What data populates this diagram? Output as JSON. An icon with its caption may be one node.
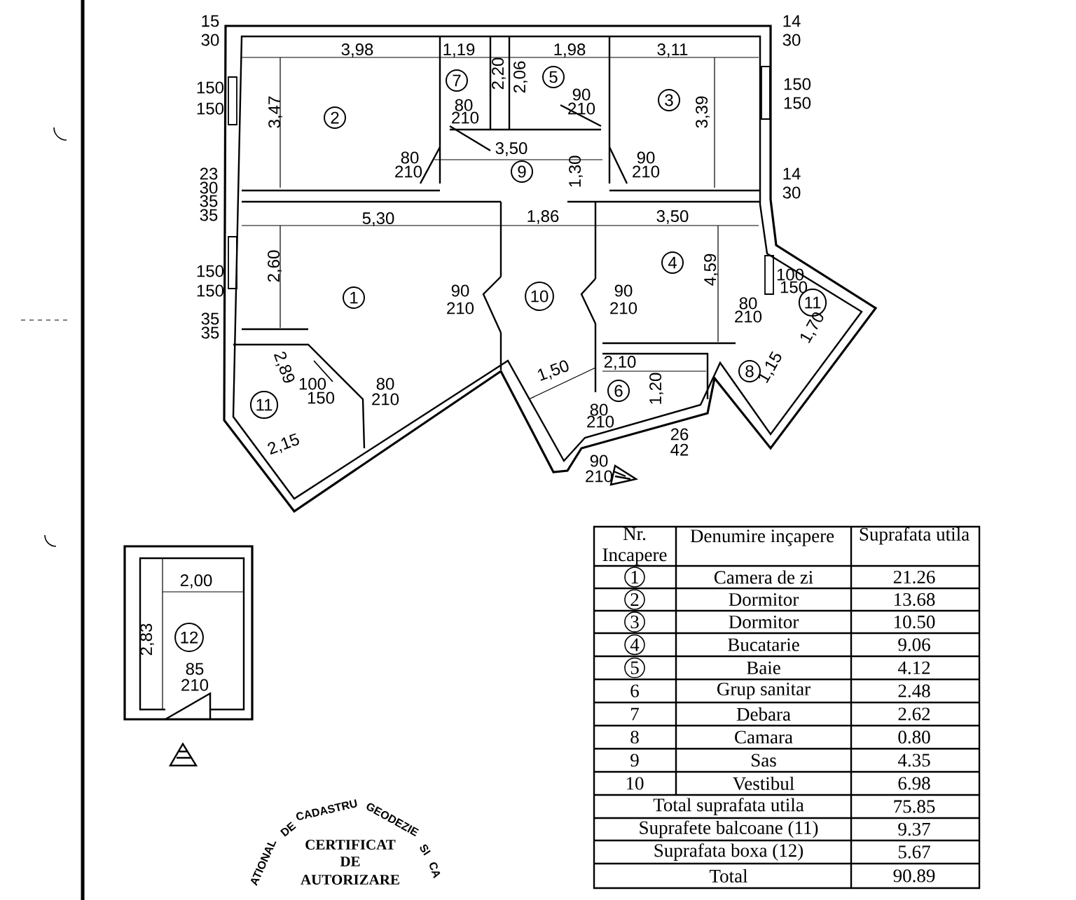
{
  "diagram": {
    "nodes": [
      {
        "text": [
          "2"
        ]
      },
      {
        "text": [
          "7"
        ]
      },
      {
        "text": [
          "5"
        ]
      },
      {
        "text": [
          "3"
        ]
      },
      {
        "text": [
          "9"
        ]
      },
      {
        "text": [
          "1"
        ]
      },
      {
        "text": [
          "10"
        ]
      },
      {
        "text": [
          "4"
        ]
      },
      {
        "text": [
          "11"
        ]
      },
      {
        "text": [
          "11"
        ]
      },
      {
        "text": [
          "6"
        ]
      },
      {
        "text": [
          "8"
        ]
      },
      {
        "text": [
          "12"
        ]
      }
    ],
    "labels": [
      "15",
      "30",
      "14",
      "30",
      "3,98",
      "1,19",
      "1,98",
      "3,11",
      "2,20",
      "2,06",
      "150",
      "150",
      "150",
      "150",
      "3,47",
      "3,39",
      "80",
      "210",
      "90",
      "210",
      "3,50",
      "80",
      "90",
      "23",
      "210",
      "1,30",
      "210",
      "14",
      "30",
      "30",
      "35",
      "35",
      "5,30",
      "1,86",
      "3,50",
      "2,60",
      "150",
      "150",
      "90",
      "210",
      "90",
      "210",
      "4,59",
      "100",
      "150",
      "80",
      "210",
      "1,70",
      "35",
      "35",
      "2,89",
      "100",
      "150",
      "80",
      "210",
      "2,15",
      "1,50",
      "2,10",
      "1,20",
      "80",
      "210",
      "1,15",
      "26",
      "42",
      "90",
      "210",
      "2,00",
      "2,83",
      "85",
      "210",
      "Nr. Incapere",
      "Denumire inçapere",
      "Suprafata utila",
      "1",
      "Camera de zi",
      "21.26",
      "2",
      "Dormitor",
      "13.68",
      "3",
      "Dormitor",
      "10.50",
      "4",
      "Bucatarie",
      "9.06",
      "5",
      "Baie",
      "4.12",
      "6",
      "Grup sanitar",
      "2.48",
      "7",
      "Debara",
      "2.62",
      "8",
      "Camara",
      "0.80",
      "9",
      "Sas",
      "4.35",
      "10",
      "Vestibul",
      "6.98",
      "Total suprafata utila",
      "75.85",
      "Suprafete balcoane (11)",
      "9.37",
      "Suprafata boxa (12)",
      "5.67",
      "Total",
      "90.89",
      "ATIONAL",
      "DE",
      "CADASTRU",
      "GEODEZIE",
      "SI",
      "CA",
      "CERTIFICAT",
      "DE",
      "AUTORIZARE"
    ]
  }
}
